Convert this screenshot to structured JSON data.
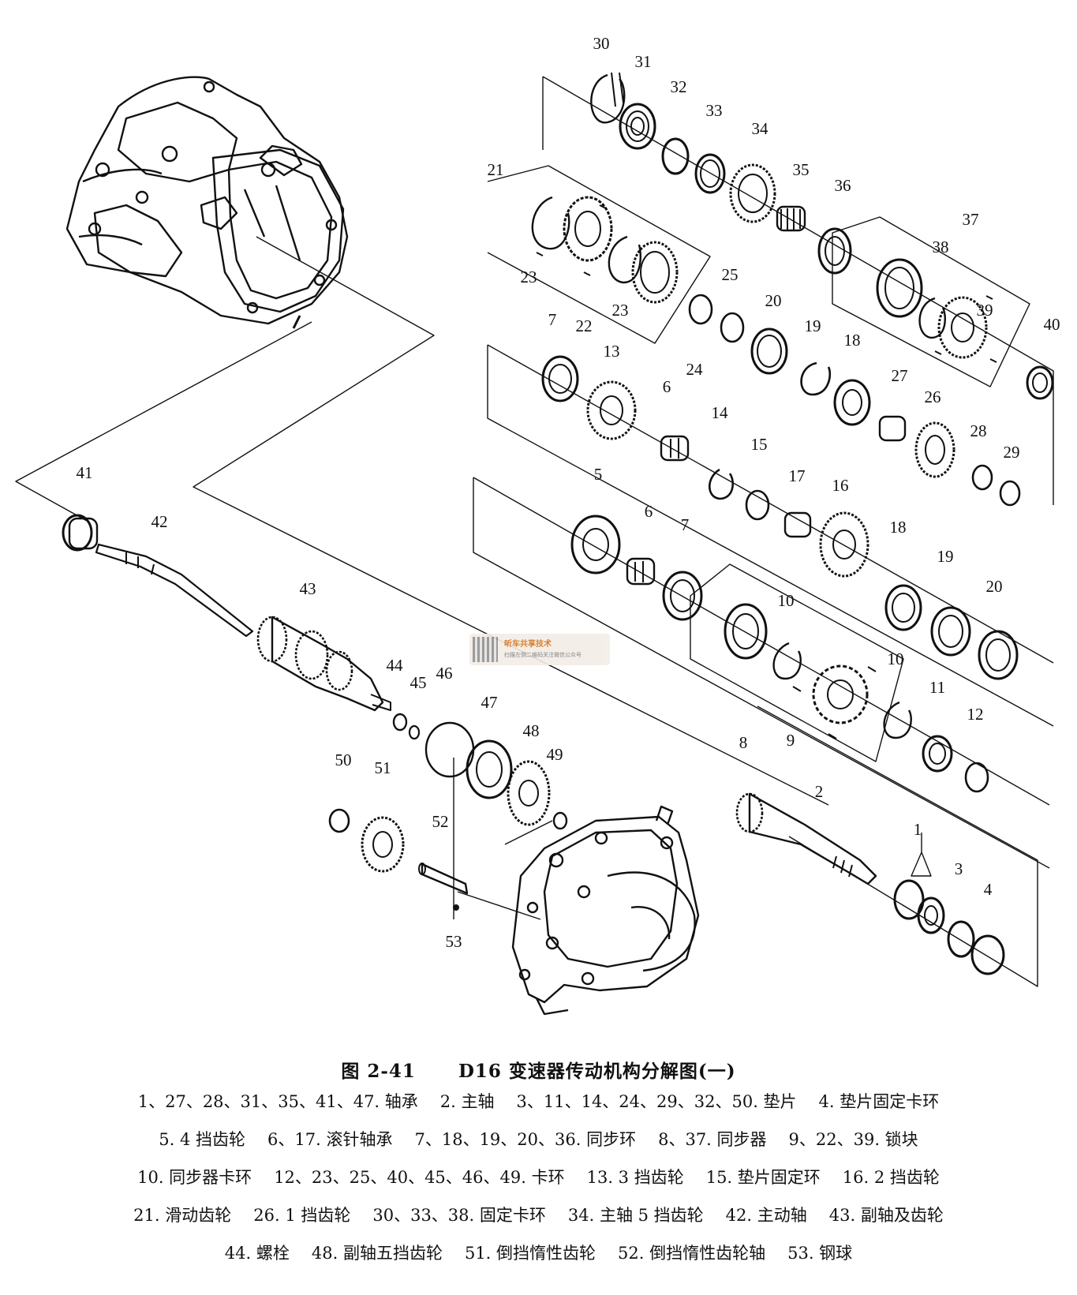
{
  "watermark": {
    "title": "听车共享技术",
    "subtitle": "扫描左侧二维码关注微信公众号"
  },
  "caption": {
    "figure": "图 2-41",
    "title": "D16 变速器传动机构分解图(一)"
  },
  "legend": [
    [
      "1、27、28、31、35、41、47. 轴承",
      "2. 主轴",
      "3、11、14、24、29、32、50. 垫片",
      "4. 垫片固定卡环"
    ],
    [
      "5. 4 挡齿轮",
      "6、17. 滚针轴承",
      "7、18、19、20、36. 同步环",
      "8、37. 同步器",
      "9、22、39. 锁块"
    ],
    [
      "10. 同步器卡环",
      "12、23、25、40、45、46、49. 卡环",
      "13. 3 挡齿轮",
      "15. 垫片固定环",
      "16. 2 挡齿轮"
    ],
    [
      "21. 滑动齿轮",
      "26. 1 挡齿轮",
      "30、33、38. 固定卡环",
      "34. 主轴 5 挡齿轮",
      "42. 主动轴",
      "43. 副轴及齿轮"
    ],
    [
      "44. 螺栓",
      "48. 副轴五挡齿轮",
      "51. 倒挡惰性齿轮",
      "52. 倒挡惰性齿轮轴",
      "53. 钢球"
    ]
  ],
  "part_numbers": [
    "30",
    "31",
    "32",
    "33",
    "34",
    "35",
    "36",
    "37",
    "38",
    "39",
    "40",
    "21",
    "23",
    "22",
    "23",
    "25",
    "24",
    "20",
    "19",
    "18",
    "27",
    "26",
    "28",
    "29",
    "7",
    "13",
    "6",
    "14",
    "15",
    "17",
    "16",
    "5",
    "6",
    "7",
    "18",
    "19",
    "20",
    "10",
    "10",
    "8",
    "9",
    "11",
    "12",
    "41",
    "42",
    "43",
    "44",
    "45",
    "46",
    "47",
    "48",
    "49",
    "50",
    "51",
    "52",
    "53",
    "2",
    "1",
    "3",
    "4"
  ]
}
